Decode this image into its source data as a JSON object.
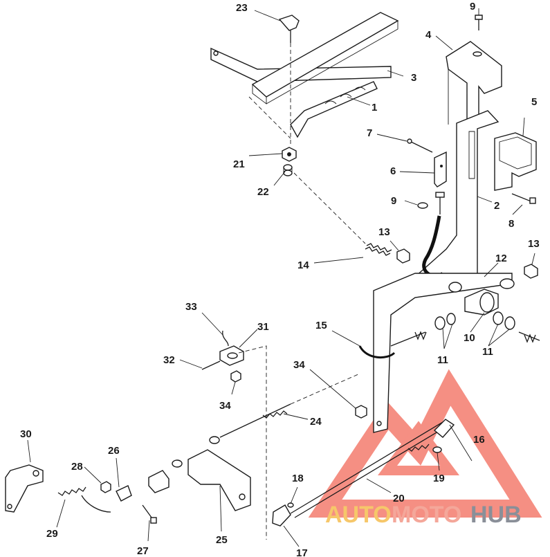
{
  "parts": [
    {
      "id": "p1",
      "label": "1"
    },
    {
      "id": "p2",
      "label": "2"
    },
    {
      "id": "p3",
      "label": "3"
    },
    {
      "id": "p4",
      "label": "4"
    },
    {
      "id": "p5",
      "label": "5"
    },
    {
      "id": "p6",
      "label": "6"
    },
    {
      "id": "p7",
      "label": "7"
    },
    {
      "id": "p8",
      "label": "8"
    },
    {
      "id": "p9a",
      "label": "9"
    },
    {
      "id": "p9b",
      "label": "9"
    },
    {
      "id": "p10",
      "label": "10"
    },
    {
      "id": "p11a",
      "label": "11"
    },
    {
      "id": "p11b",
      "label": "11"
    },
    {
      "id": "p12",
      "label": "12"
    },
    {
      "id": "p13a",
      "label": "13"
    },
    {
      "id": "p13b",
      "label": "13"
    },
    {
      "id": "p14",
      "label": "14"
    },
    {
      "id": "p15",
      "label": "15"
    },
    {
      "id": "p16",
      "label": "16"
    },
    {
      "id": "p17",
      "label": "17"
    },
    {
      "id": "p18",
      "label": "18"
    },
    {
      "id": "p19",
      "label": "19"
    },
    {
      "id": "p20",
      "label": "20"
    },
    {
      "id": "p21",
      "label": "21"
    },
    {
      "id": "p22",
      "label": "22"
    },
    {
      "id": "p23",
      "label": "23"
    },
    {
      "id": "p24",
      "label": "24"
    },
    {
      "id": "p25",
      "label": "25"
    },
    {
      "id": "p26",
      "label": "26"
    },
    {
      "id": "p27",
      "label": "27"
    },
    {
      "id": "p28",
      "label": "28"
    },
    {
      "id": "p29",
      "label": "29"
    },
    {
      "id": "p30",
      "label": "30"
    },
    {
      "id": "p31",
      "label": "31"
    },
    {
      "id": "p32",
      "label": "32"
    },
    {
      "id": "p33",
      "label": "33"
    },
    {
      "id": "p34a",
      "label": "34"
    },
    {
      "id": "p34b",
      "label": "34"
    }
  ],
  "watermark": {
    "part1": "AUTO",
    "part2": "MOTO",
    "part3": "HUB",
    "colors": {
      "auto": "#f6c76a",
      "moto": "#f4a79a",
      "hub": "#8a8f98",
      "logo": "#f26a5a"
    }
  }
}
